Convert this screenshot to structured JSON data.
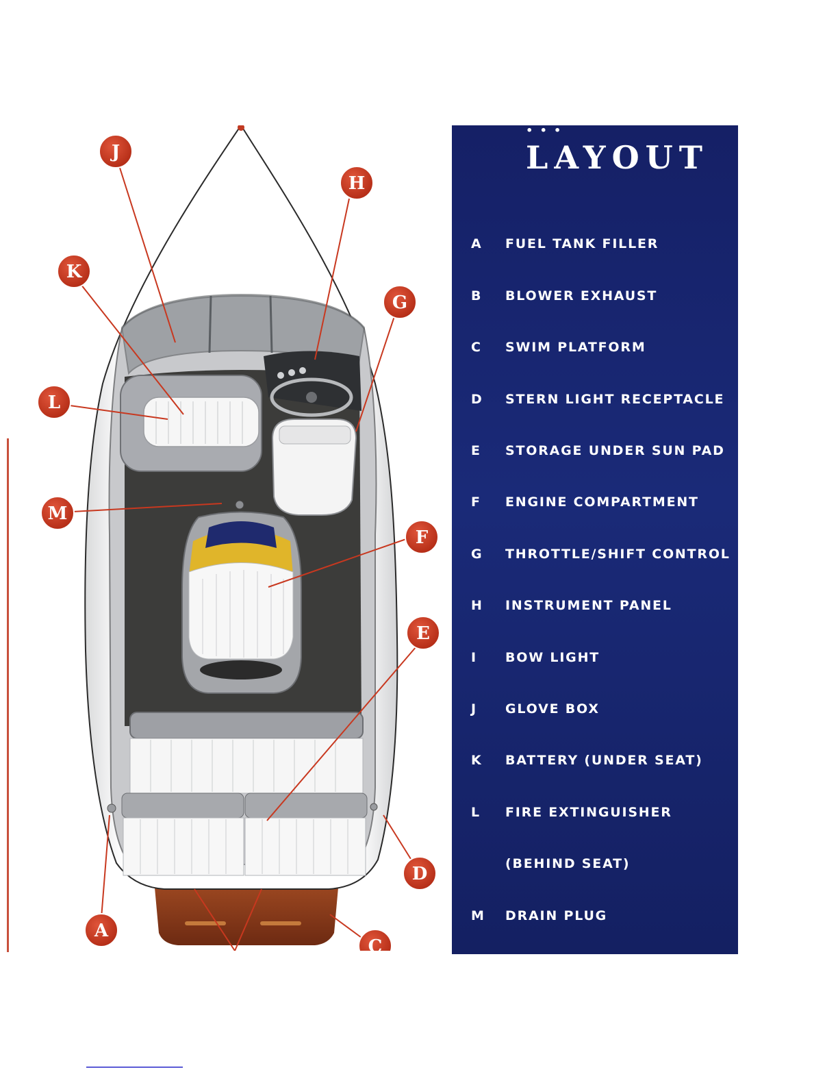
{
  "panel": {
    "title_top": "...",
    "title": "LAYOUT"
  },
  "legend": [
    {
      "key": "A",
      "text": "FUEL TANK FILLER"
    },
    {
      "key": "B",
      "text": "BLOWER EXHAUST"
    },
    {
      "key": "C",
      "text": "SWIM PLATFORM"
    },
    {
      "key": "D",
      "text": "STERN LIGHT RECEPTACLE"
    },
    {
      "key": "E",
      "text": "STORAGE UNDER SUN PAD"
    },
    {
      "key": "F",
      "text": "ENGINE COMPARTMENT"
    },
    {
      "key": "G",
      "text": "THROTTLE/SHIFT CONTROL"
    },
    {
      "key": "H",
      "text": "INSTRUMENT PANEL"
    },
    {
      "key": "I",
      "text": "BOW LIGHT"
    },
    {
      "key": "J",
      "text": "GLOVE BOX"
    },
    {
      "key": "K",
      "text": "BATTERY (UNDER SEAT)"
    },
    {
      "key": "L",
      "text": "FIRE EXTINGUISHER"
    },
    {
      "key": "",
      "text": "(BEHIND SEAT)"
    },
    {
      "key": "M",
      "text": "DRAIN PLUG"
    }
  ],
  "callouts": {
    "J": "J",
    "H": "H",
    "K": "K",
    "G": "G",
    "L": "L",
    "M": "M",
    "F": "F",
    "E": "E",
    "D": "D",
    "A": "A",
    "C": "C"
  },
  "colors": {
    "panel_navy": "#1a2a78",
    "callout_red": "#c8381f",
    "leader_red": "#c8381f",
    "carpet": "#3a3a38",
    "hull_white": "#f4f4f2",
    "seat_gray": "#9c9ea3",
    "engine_yellow": "#e0b52a",
    "engine_navy": "#1f2a6e",
    "swim_platform": "#8a3a1c"
  }
}
